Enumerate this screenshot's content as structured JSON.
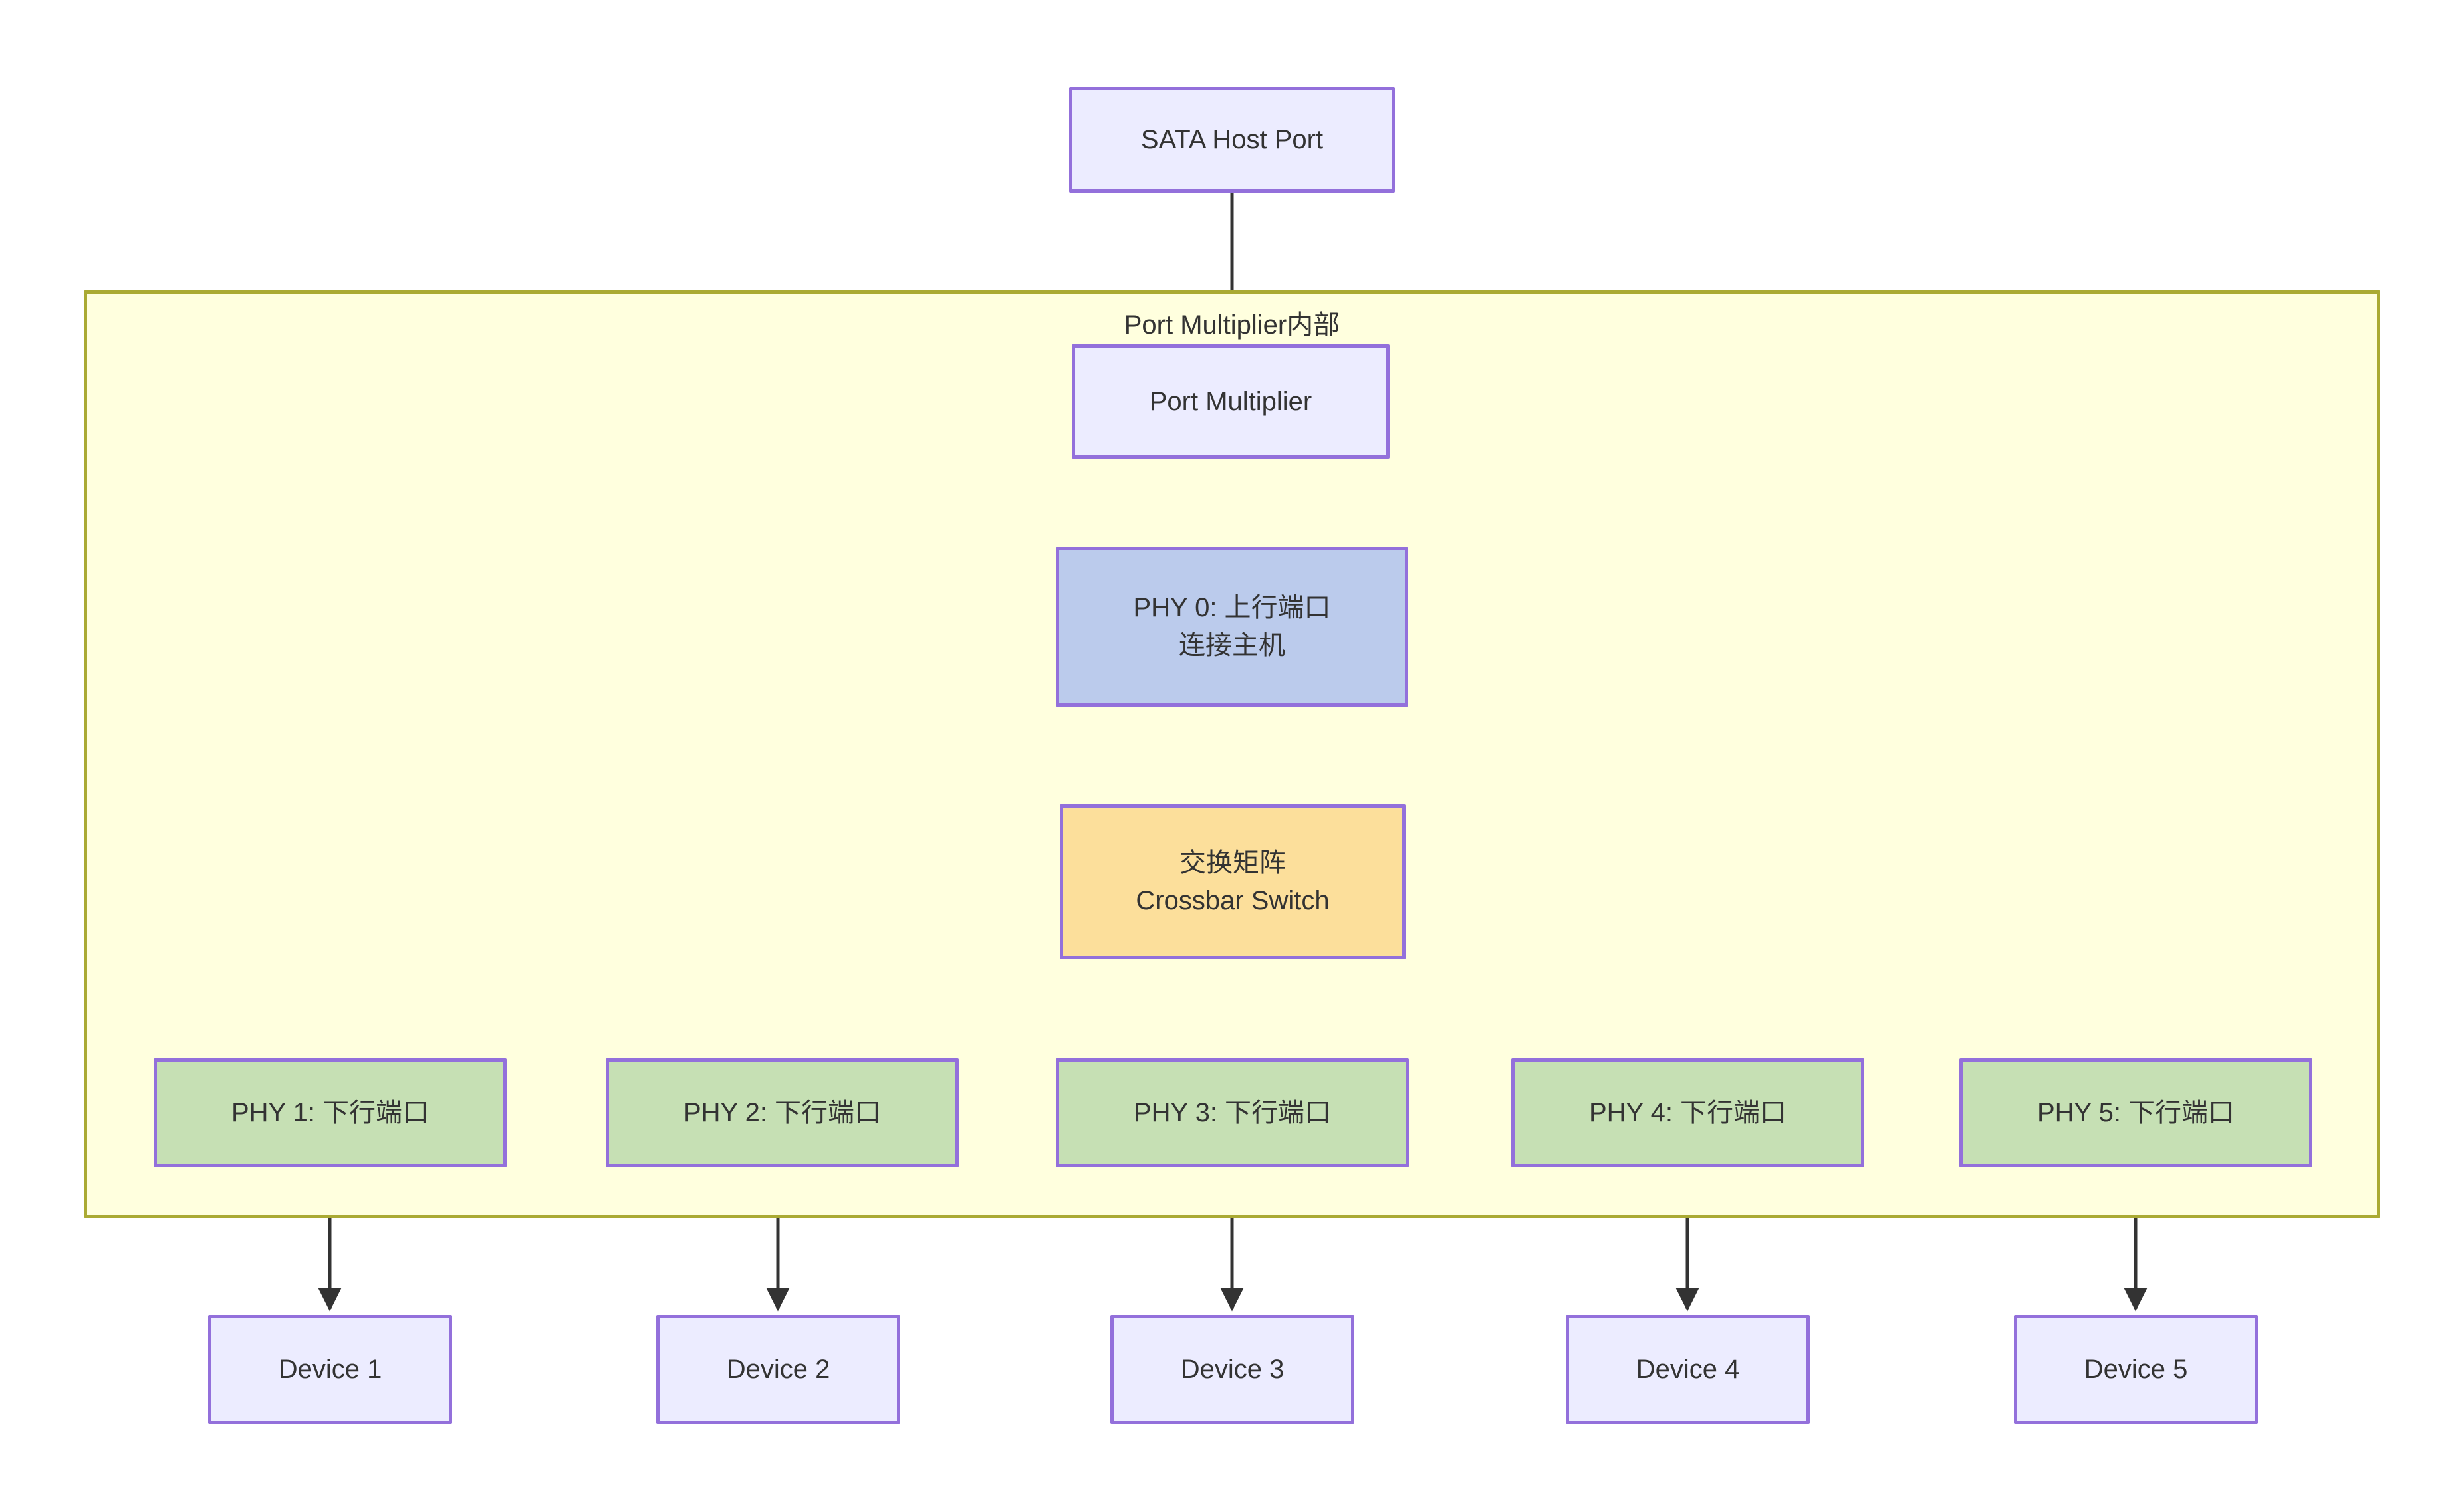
{
  "diagram": {
    "type": "flowchart",
    "direction": "top-down",
    "title_visible": false,
    "background": "#ffffff",
    "colors": {
      "node_border": "#9370db",
      "node_fill_lavender": "#ececff",
      "node_fill_blue": "#bbcbec",
      "node_fill_orange": "#fcdf9b",
      "node_fill_green": "#c6e0b4",
      "subgraph_fill": "#ffffde",
      "subgraph_border": "#aaaa33",
      "edge_stroke": "#333333",
      "text": "#333333"
    }
  },
  "subgraph": {
    "label": "Port Multiplier内部"
  },
  "nodes": {
    "host": {
      "label": "SATA Host Port"
    },
    "pm": {
      "label": "Port Multiplier"
    },
    "phy0": {
      "line1": "PHY 0: 上行端口",
      "line2": "连接主机"
    },
    "crossbar": {
      "line1": "交换矩阵",
      "line2": "Crossbar Switch"
    },
    "phy_ports": [
      {
        "label": "PHY 1: 下行端口"
      },
      {
        "label": "PHY 2: 下行端口"
      },
      {
        "label": "PHY 3: 下行端口"
      },
      {
        "label": "PHY 4: 下行端口"
      },
      {
        "label": "PHY 5: 下行端口"
      }
    ],
    "devices": [
      {
        "label": "Device 1"
      },
      {
        "label": "Device 2"
      },
      {
        "label": "Device 3"
      },
      {
        "label": "Device 4"
      },
      {
        "label": "Device 5"
      }
    ]
  },
  "edges": [
    {
      "from": "SATA Host Port",
      "to": "Port Multiplier",
      "style": "straight-arrow"
    },
    {
      "from": "Port Multiplier",
      "to": "PHY 0: 上行端口 连接主机",
      "style": "straight-arrow"
    },
    {
      "from": "PHY 0: 上行端口 连接主机",
      "to": "交换矩阵 Crossbar Switch",
      "style": "straight-arrow"
    },
    {
      "from": "交换矩阵 Crossbar Switch",
      "to": "PHY 1: 下行端口",
      "style": "curved-arrow"
    },
    {
      "from": "交换矩阵 Crossbar Switch",
      "to": "PHY 2: 下行端口",
      "style": "curved-arrow"
    },
    {
      "from": "交换矩阵 Crossbar Switch",
      "to": "PHY 3: 下行端口",
      "style": "straight-arrow"
    },
    {
      "from": "交换矩阵 Crossbar Switch",
      "to": "PHY 4: 下行端口",
      "style": "curved-arrow"
    },
    {
      "from": "交换矩阵 Crossbar Switch",
      "to": "PHY 5: 下行端口",
      "style": "curved-arrow"
    },
    {
      "from": "PHY 1: 下行端口",
      "to": "Device 1",
      "style": "straight-arrow"
    },
    {
      "from": "PHY 2: 下行端口",
      "to": "Device 2",
      "style": "straight-arrow"
    },
    {
      "from": "PHY 3: 下行端口",
      "to": "Device 3",
      "style": "straight-arrow"
    },
    {
      "from": "PHY 4: 下行端口",
      "to": "Device 4",
      "style": "straight-arrow"
    },
    {
      "from": "PHY 5: 下行端口",
      "to": "Device 5",
      "style": "straight-arrow"
    }
  ]
}
